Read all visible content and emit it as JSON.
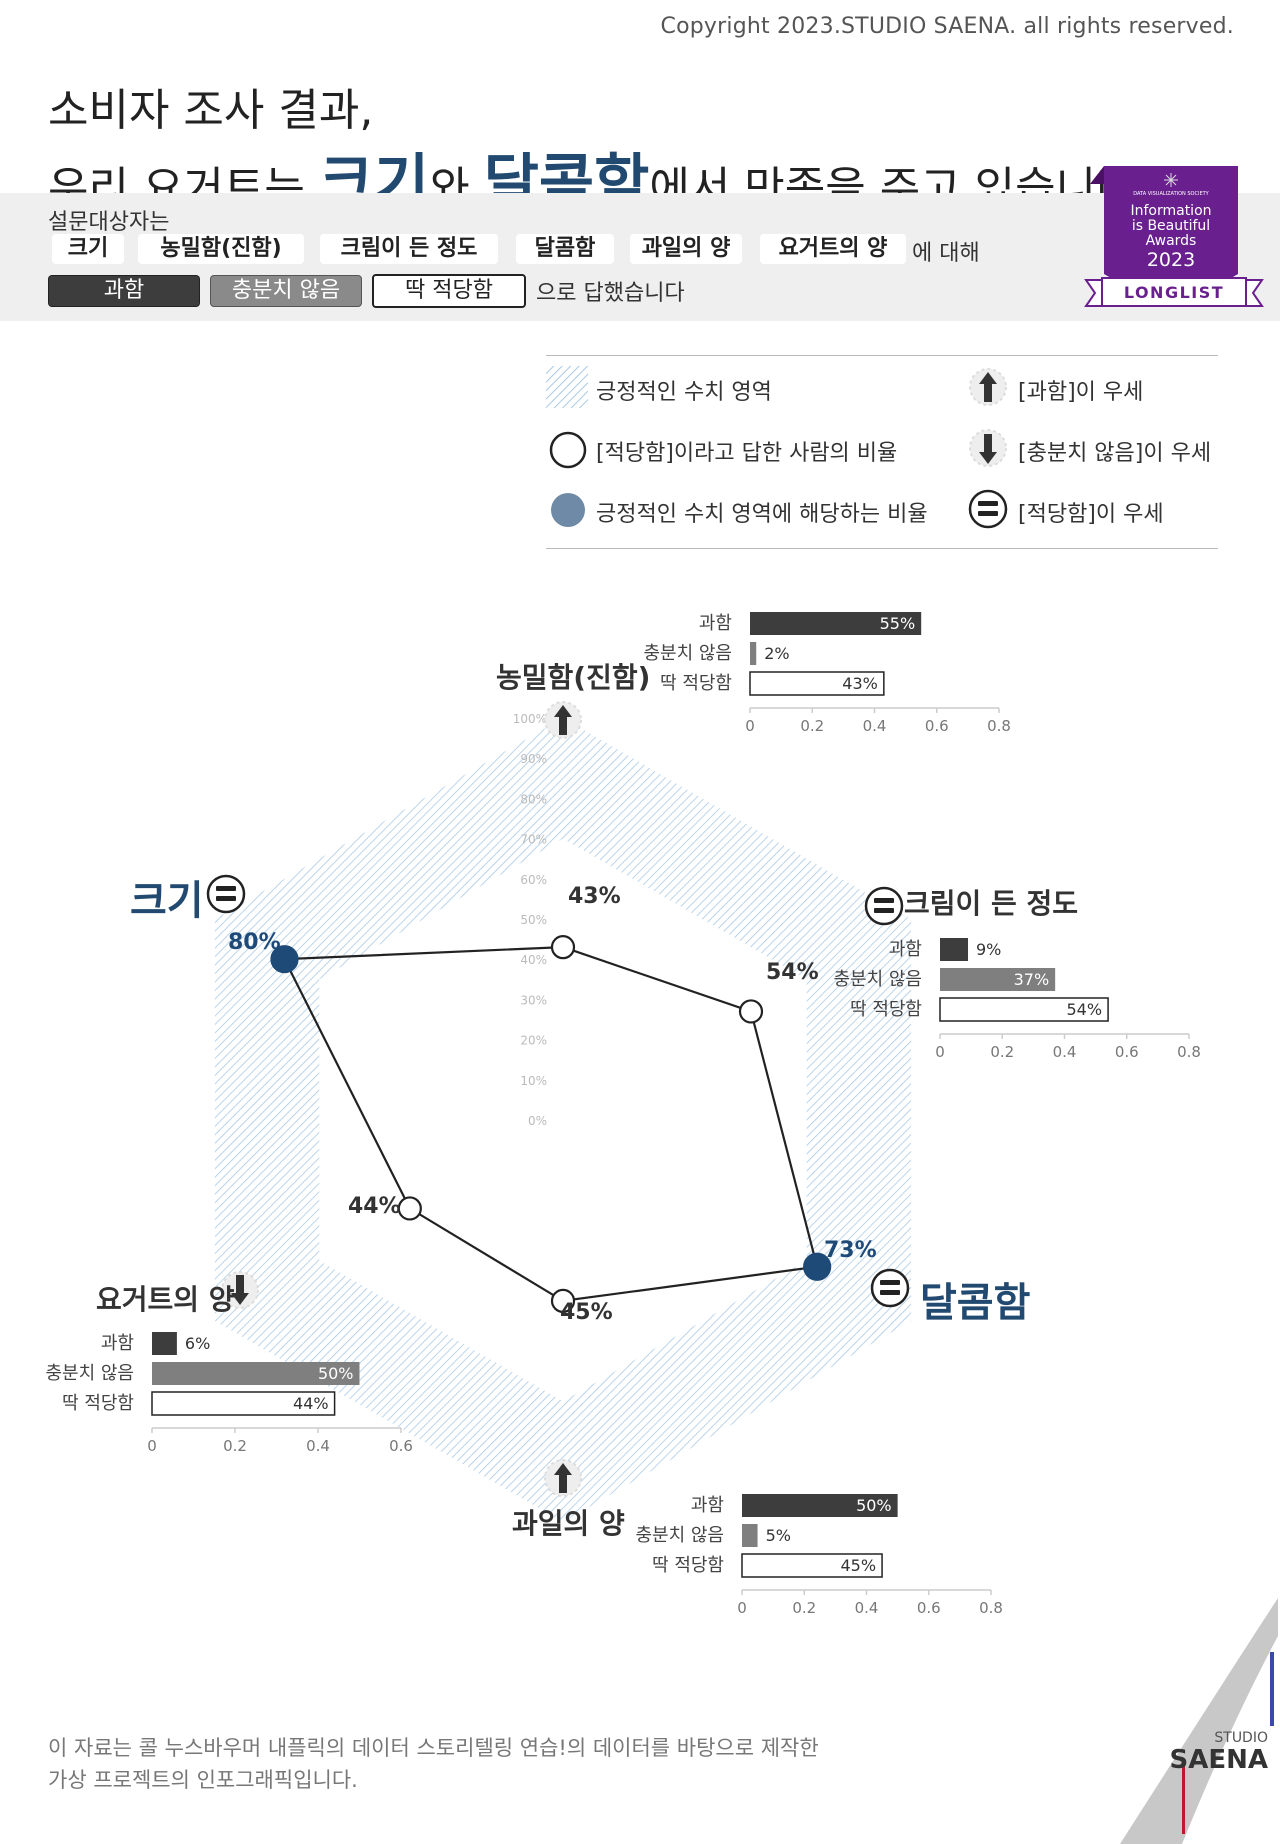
{
  "header": {
    "copyright": "Copyright 2023.STUDIO SAENA. all rights reserved.",
    "title_line1": "소비자 조사 결과,",
    "title_pre": "우리 요거트는 ",
    "title_hl1": "크기",
    "title_mid": "와 ",
    "title_hl2": "달콤함",
    "title_post": "에서 만족을 주고 있습니다."
  },
  "survey": {
    "lead": "설문대상자는",
    "topics": [
      "크기",
      "농밀함(진함)",
      "크림이 든 정도",
      "달콤함",
      "과일의 양",
      "요거트의 양"
    ],
    "topics_suffix": "에 대해",
    "answers": [
      "과함",
      "충분치 않음",
      "딱 적당함"
    ],
    "answers_suffix": "으로 답했습니다"
  },
  "award": {
    "society": "DATA VISUALIZATION SOCIETY",
    "line1": "Information",
    "line2": "is Beautiful",
    "line3": "Awards",
    "year": "2023",
    "ribbon": "LONGLIST",
    "color": "#6a1f8f"
  },
  "legend": {
    "positive_area": "긍정적인 수치 영역",
    "just_ratio": "[적당함]이라고 답한 사람의 비율",
    "positive_ratio": "긍정적인 수치 영역에 해당하는 비율",
    "over_dominant": "[과함]이 우세",
    "under_dominant": "[충분치 않음]이 우세",
    "just_dominant": "[적당함]이 우세"
  },
  "colors": {
    "title_accent": "#224a70",
    "hatch": "#a9c9e6",
    "positive_dot": "#1e4a78",
    "bar_over": "#3d3d3d",
    "bar_under": "#7f7f7f",
    "legend_dot": "#6f8aa6"
  },
  "chart_data": [
    {
      "type": "radar",
      "axes": [
        "농밀함(진함)",
        "크림이 든 정도",
        "달콤함",
        "과일의 양",
        "요거트의 양",
        "크기"
      ],
      "values": [
        43,
        54,
        73,
        45,
        44,
        80
      ],
      "value_labels": [
        "43%",
        "54%",
        "73%",
        "45%",
        "44%",
        "80%"
      ],
      "positive": [
        false,
        false,
        true,
        false,
        false,
        true
      ],
      "dominant": [
        "과함",
        "적당함",
        "적당함",
        "과함",
        "충분치 않음",
        "적당함"
      ],
      "positive_band": [
        70,
        100
      ],
      "rlim": [
        0,
        100
      ],
      "ticks": [
        "0%",
        "10%",
        "20%",
        "30%",
        "40%",
        "50%",
        "60%",
        "70%",
        "80%",
        "90%",
        "100%"
      ]
    },
    {
      "type": "bar",
      "topic": "농밀함(진함)",
      "categories": [
        "과함",
        "충분치 않음",
        "딱 적당함"
      ],
      "values": [
        0.55,
        0.02,
        0.43
      ],
      "labels": [
        "55%",
        "2%",
        "43%"
      ],
      "xlim": [
        0,
        0.8
      ],
      "xticks": [
        "0",
        "0.2",
        "0.4",
        "0.6",
        "0.8"
      ]
    },
    {
      "type": "bar",
      "topic": "크림이 든 정도",
      "categories": [
        "과함",
        "충분치 않음",
        "딱 적당함"
      ],
      "values": [
        0.09,
        0.37,
        0.54
      ],
      "labels": [
        "9%",
        "37%",
        "54%"
      ],
      "xlim": [
        0,
        0.8
      ],
      "xticks": [
        "0",
        "0.2",
        "0.4",
        "0.6",
        "0.8"
      ]
    },
    {
      "type": "bar",
      "topic": "요거트의 양",
      "categories": [
        "과함",
        "충분치 않음",
        "딱 적당함"
      ],
      "values": [
        0.06,
        0.5,
        0.44
      ],
      "labels": [
        "6%",
        "50%",
        "44%"
      ],
      "xlim": [
        0,
        0.6
      ],
      "xticks": [
        "0",
        "0.2",
        "0.4",
        "0.6"
      ]
    },
    {
      "type": "bar",
      "topic": "과일의 양",
      "categories": [
        "과함",
        "충분치 않음",
        "딱 적당함"
      ],
      "values": [
        0.5,
        0.05,
        0.45
      ],
      "labels": [
        "50%",
        "5%",
        "45%"
      ],
      "xlim": [
        0,
        0.8
      ],
      "xticks": [
        "0",
        "0.2",
        "0.4",
        "0.6",
        "0.8"
      ]
    }
  ],
  "footer": {
    "note_line1": "이 자료는 콜 누스바우머 내플릭의 데이터 스토리텔링 연습!의 데이터를 바탕으로 제작한",
    "note_line2": "가상 프로젝트의 인포그래픽입니다.",
    "brand_top": "STUDIO",
    "brand_bottom": "SAENA"
  }
}
